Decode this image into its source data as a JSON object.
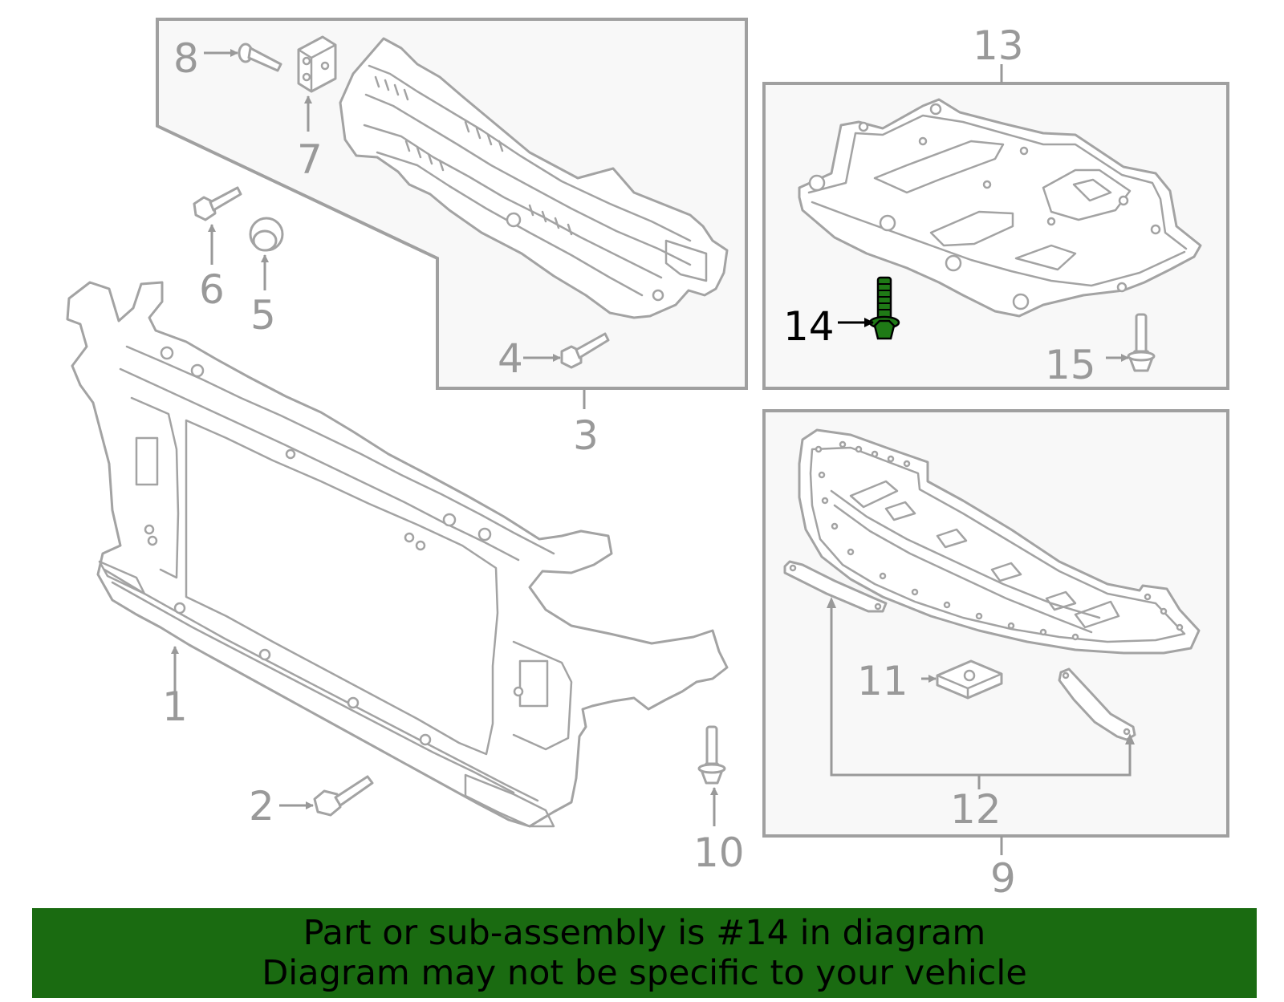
{
  "diagram": {
    "callouts": {
      "c1": "1",
      "c2": "2",
      "c3": "3",
      "c4": "4",
      "c5": "5",
      "c6": "6",
      "c7": "7",
      "c8": "8",
      "c9": "9",
      "c10": "10",
      "c11": "11",
      "c12": "12",
      "c13": "13",
      "c14": "14",
      "c15": "15"
    },
    "highlighted_part": "14",
    "colors": {
      "line_gray": "#a3a3a3",
      "label_gray": "#999999",
      "highlight_green": "#1f7a16",
      "banner_green": "#1a6b11"
    }
  },
  "banner": {
    "line1": "Part or sub-assembly is #14 in diagram",
    "line2": "Diagram may not be specific to your vehicle"
  }
}
